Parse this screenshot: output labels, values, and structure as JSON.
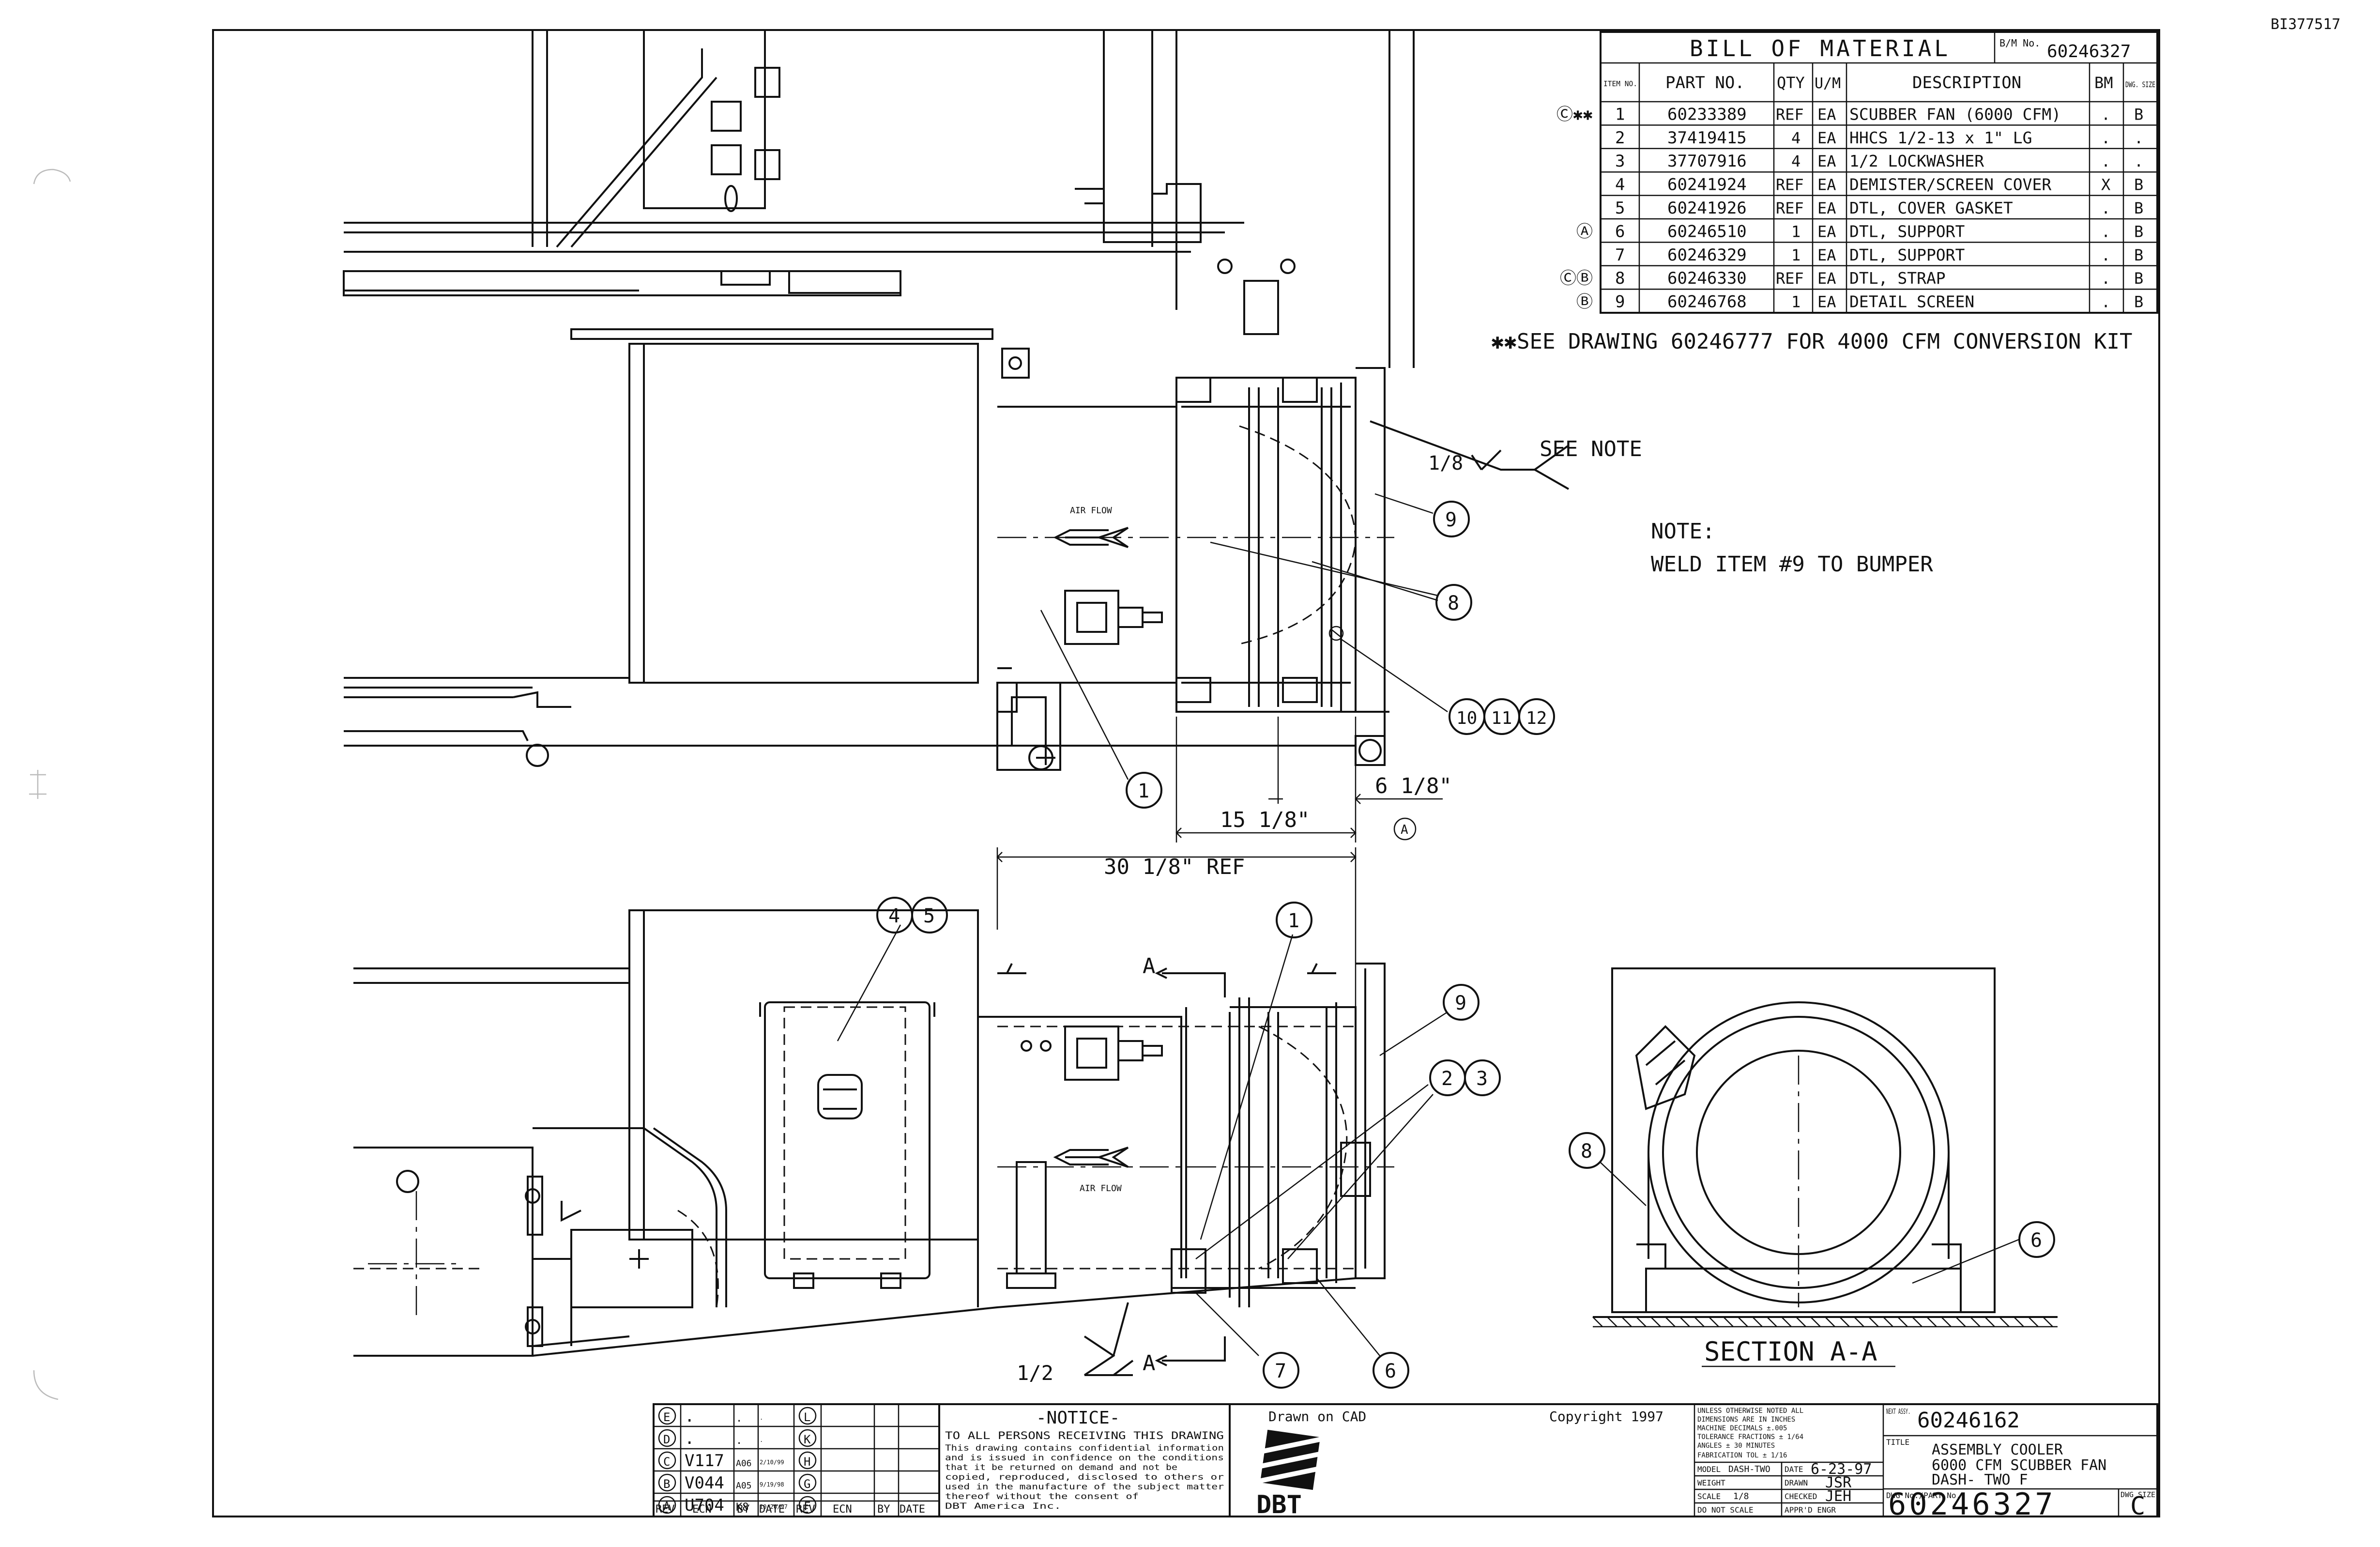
{
  "sheet": {
    "top_ref": "BI377517"
  },
  "bom": {
    "title": "BILL OF MATERIAL",
    "bm_no_label": "B/M No.",
    "bm_no": "60246327",
    "headers": [
      "ITEM NO.",
      "PART NO.",
      "QTY",
      "U/M",
      "DESCRIPTION",
      "BM",
      "DWG. SIZE"
    ],
    "rows": [
      {
        "mark": "Ⓒ✱✱",
        "item": "1",
        "part": "60233389",
        "qty": "REF",
        "um": "EA",
        "desc": "SCUBBER FAN (6000 CFM)",
        "bm": ".",
        "size": "B"
      },
      {
        "mark": "",
        "item": "2",
        "part": "37419415",
        "qty": "4",
        "um": "EA",
        "desc": "HHCS 1/2-13 x 1\" LG",
        "bm": ".",
        "size": "."
      },
      {
        "mark": "",
        "item": "3",
        "part": "37707916",
        "qty": "4",
        "um": "EA",
        "desc": "1/2 LOCKWASHER",
        "bm": ".",
        "size": "."
      },
      {
        "mark": "",
        "item": "4",
        "part": "60241924",
        "qty": "REF",
        "um": "EA",
        "desc": "DEMISTER/SCREEN COVER",
        "bm": "X",
        "size": "B"
      },
      {
        "mark": "",
        "item": "5",
        "part": "60241926",
        "qty": "REF",
        "um": "EA",
        "desc": "DTL, COVER GASKET",
        "bm": ".",
        "size": "B"
      },
      {
        "mark": "Ⓐ",
        "item": "6",
        "part": "60246510",
        "qty": "1",
        "um": "EA",
        "desc": "DTL, SUPPORT",
        "bm": ".",
        "size": "B"
      },
      {
        "mark": "",
        "item": "7",
        "part": "60246329",
        "qty": "1",
        "um": "EA",
        "desc": "DTL, SUPPORT",
        "bm": ".",
        "size": "B"
      },
      {
        "mark": "ⒸⒷ",
        "item": "8",
        "part": "60246330",
        "qty": "REF",
        "um": "EA",
        "desc": "DTL, STRAP",
        "bm": ".",
        "size": "B"
      },
      {
        "mark": "Ⓑ",
        "item": "9",
        "part": "60246768",
        "qty": "1",
        "um": "EA",
        "desc": "DETAIL SCREEN",
        "bm": ".",
        "size": "B"
      }
    ],
    "footnote": "✱✱SEE DRAWING 60246777 FOR 4000 CFM CONVERSION KIT"
  },
  "notes": {
    "see_note": "SEE NOTE",
    "weld_size": "1/8",
    "note_title": "NOTE:",
    "note_text": "WELD ITEM #9 TO BUMPER"
  },
  "top_view": {
    "air_flow": "AIR FLOW",
    "dim_15": "15 1/8\"",
    "dim_6": "6 1/8\"",
    "dim_rev": "A",
    "callouts": [
      "9",
      "8",
      "10",
      "11",
      "12",
      "1"
    ]
  },
  "side_view": {
    "dim_30": "30 1/8\" REF",
    "air_flow": "AIR FLOW",
    "section_mark": "A",
    "weld_size": "1/2",
    "callouts": [
      "4",
      "5",
      "1",
      "9",
      "2",
      "3",
      "7",
      "6"
    ]
  },
  "section": {
    "title": "SECTION A-A",
    "callouts": [
      "8",
      "6"
    ]
  },
  "revisions": {
    "rows": [
      {
        "rev": "E",
        "ecn": ".",
        "by": ".",
        "date": ".",
        "rev2": "L"
      },
      {
        "rev": "D",
        "ecn": ".",
        "by": ".",
        "date": ".",
        "rev2": "K"
      },
      {
        "rev": "C",
        "ecn": "V117",
        "by": "A06",
        "date": "2/10/99",
        "rev2": "H"
      },
      {
        "rev": "B",
        "ecn": "V044",
        "by": "A05",
        "date": "9/19/98",
        "rev2": "G"
      },
      {
        "rev": "A",
        "ecn": "U704",
        "by": "K8",
        "date": "10/20/97",
        "rev2": "F"
      }
    ],
    "headers": [
      "REV",
      "ECN",
      "BY",
      "DATE",
      "REV",
      "ECN",
      "BY",
      "DATE"
    ]
  },
  "notice": {
    "title": "-NOTICE-",
    "lines": [
      "TO ALL PERSONS RECEIVING THIS DRAWING",
      "This drawing contains confidential information",
      "and is issued in confidence on the conditions",
      "that it be returned on demand and not be",
      "copied, reproduced, disclosed to others or",
      "used in the manufacture of the subject matter",
      "thereof without the consent of",
      "DBT America Inc."
    ]
  },
  "titleblock": {
    "drawn_on": "Drawn on CAD",
    "copyright": "Copyright 1997",
    "logo": "DBT",
    "tolerance_lines": [
      "UNLESS OTHERWISE NOTED ALL",
      "DIMENSIONS ARE IN INCHES",
      "MACHINE     DECIMALS ±.005",
      "TOLERANCE   FRACTIONS ± 1/64",
      "            ANGLES ± 30 MINUTES",
      "FABRICATION TOL ± 1/16"
    ],
    "model_label": "MODEL",
    "model": "DASH-TWO",
    "weight_label": "WEIGHT",
    "scale_label": "SCALE",
    "scale": "1/8",
    "no_scale": "DO NOT SCALE",
    "date_label": "DATE",
    "date": "6-23-97",
    "drawn_label": "DRAWN",
    "drawn": "JSR",
    "checked_label": "CHECKED",
    "checked": "JEH",
    "engr_label": "APPR'D ENGR",
    "next_assy_label": "NEXT ASSY.",
    "next_assy": "60246162",
    "title_label": "TITLE",
    "title_1": "ASSEMBLY COOLER",
    "title_2": "6000 CFM SCUBBER FAN",
    "title_3": "DASH- TWO F",
    "dwg_no_label": "DWG No./PART No.",
    "dwg_no": "60246327",
    "dwg_size_label": "DWG SIZE",
    "dwg_size": "C"
  }
}
